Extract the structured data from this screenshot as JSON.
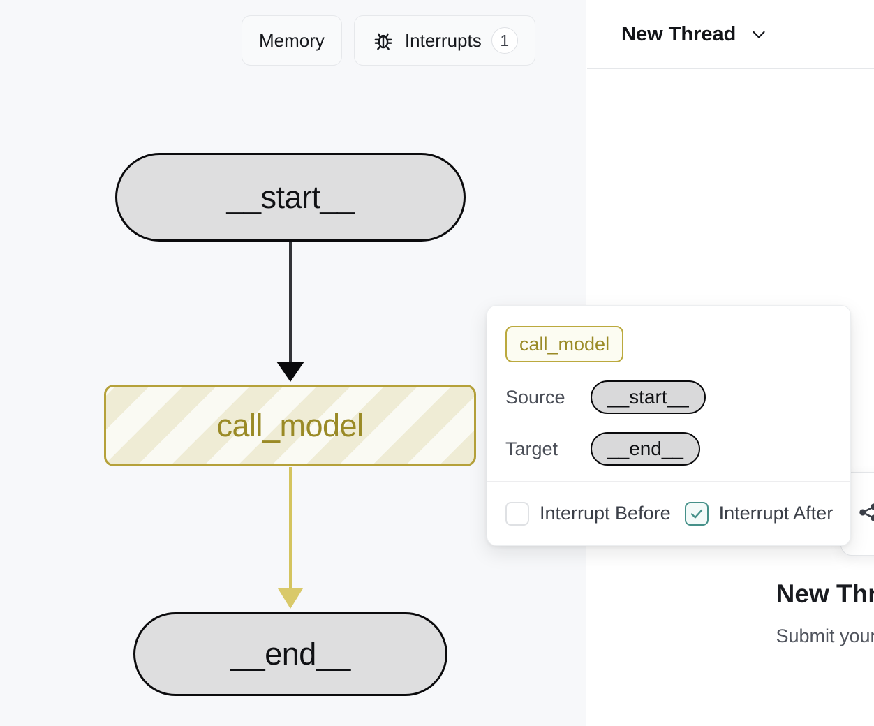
{
  "toolbar": {
    "memory_label": "Memory",
    "interrupts_label": "Interrupts",
    "interrupts_icon": "bug-icon",
    "interrupts_count": "1"
  },
  "graph": {
    "nodes": [
      {
        "id": "start",
        "label": "__start__",
        "kind": "terminal"
      },
      {
        "id": "call_model",
        "label": "call_model",
        "kind": "highlighted"
      },
      {
        "id": "end",
        "label": "__end__",
        "kind": "terminal"
      }
    ],
    "edges": [
      {
        "from": "__start__",
        "to": "call_model",
        "color": "#202124"
      },
      {
        "from": "call_model",
        "to": "__end__",
        "color": "#d4c45e"
      }
    ],
    "accent_color": "#b5a13a",
    "canvas_background": "#f7f8fa"
  },
  "popover": {
    "tag_label": "call_model",
    "source_label": "Source",
    "source_value": "__start__",
    "target_label": "Target",
    "target_value": "__end__",
    "interrupt_before_label": "Interrupt Before",
    "interrupt_before_checked": false,
    "interrupt_after_label": "Interrupt After",
    "interrupt_after_checked": true,
    "checked_color": "#459089",
    "tag_color": "#9a8a26"
  },
  "right_panel": {
    "thread_title": "New Thread",
    "thread_chevron": "chevron-down-icon",
    "card_icon": "share-nodes-icon",
    "empty_title": "New Thread",
    "empty_subtitle": "Submit your input"
  }
}
